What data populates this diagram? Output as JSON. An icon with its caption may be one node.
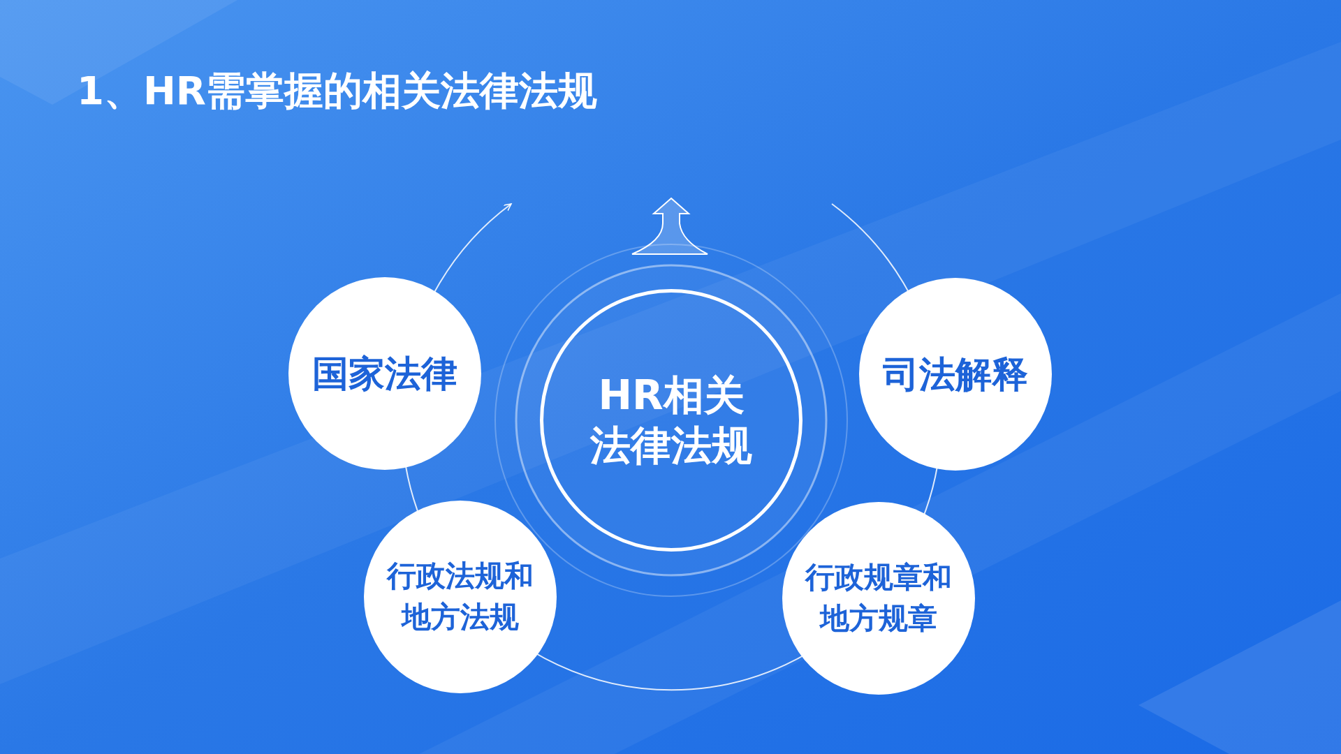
{
  "diagram": {
    "title": "1、HR需掌握的相关法律法规",
    "nodes": [
      {
        "text": [
          "HR相关法律法规"
        ]
      },
      {
        "text": [
          "国家法律"
        ]
      },
      {
        "text": [
          "司法解释"
        ]
      },
      {
        "text": [
          "行政法规和地方法规"
        ]
      },
      {
        "text": [
          "行政规章和地方规章"
        ]
      }
    ],
    "edges": []
  }
}
